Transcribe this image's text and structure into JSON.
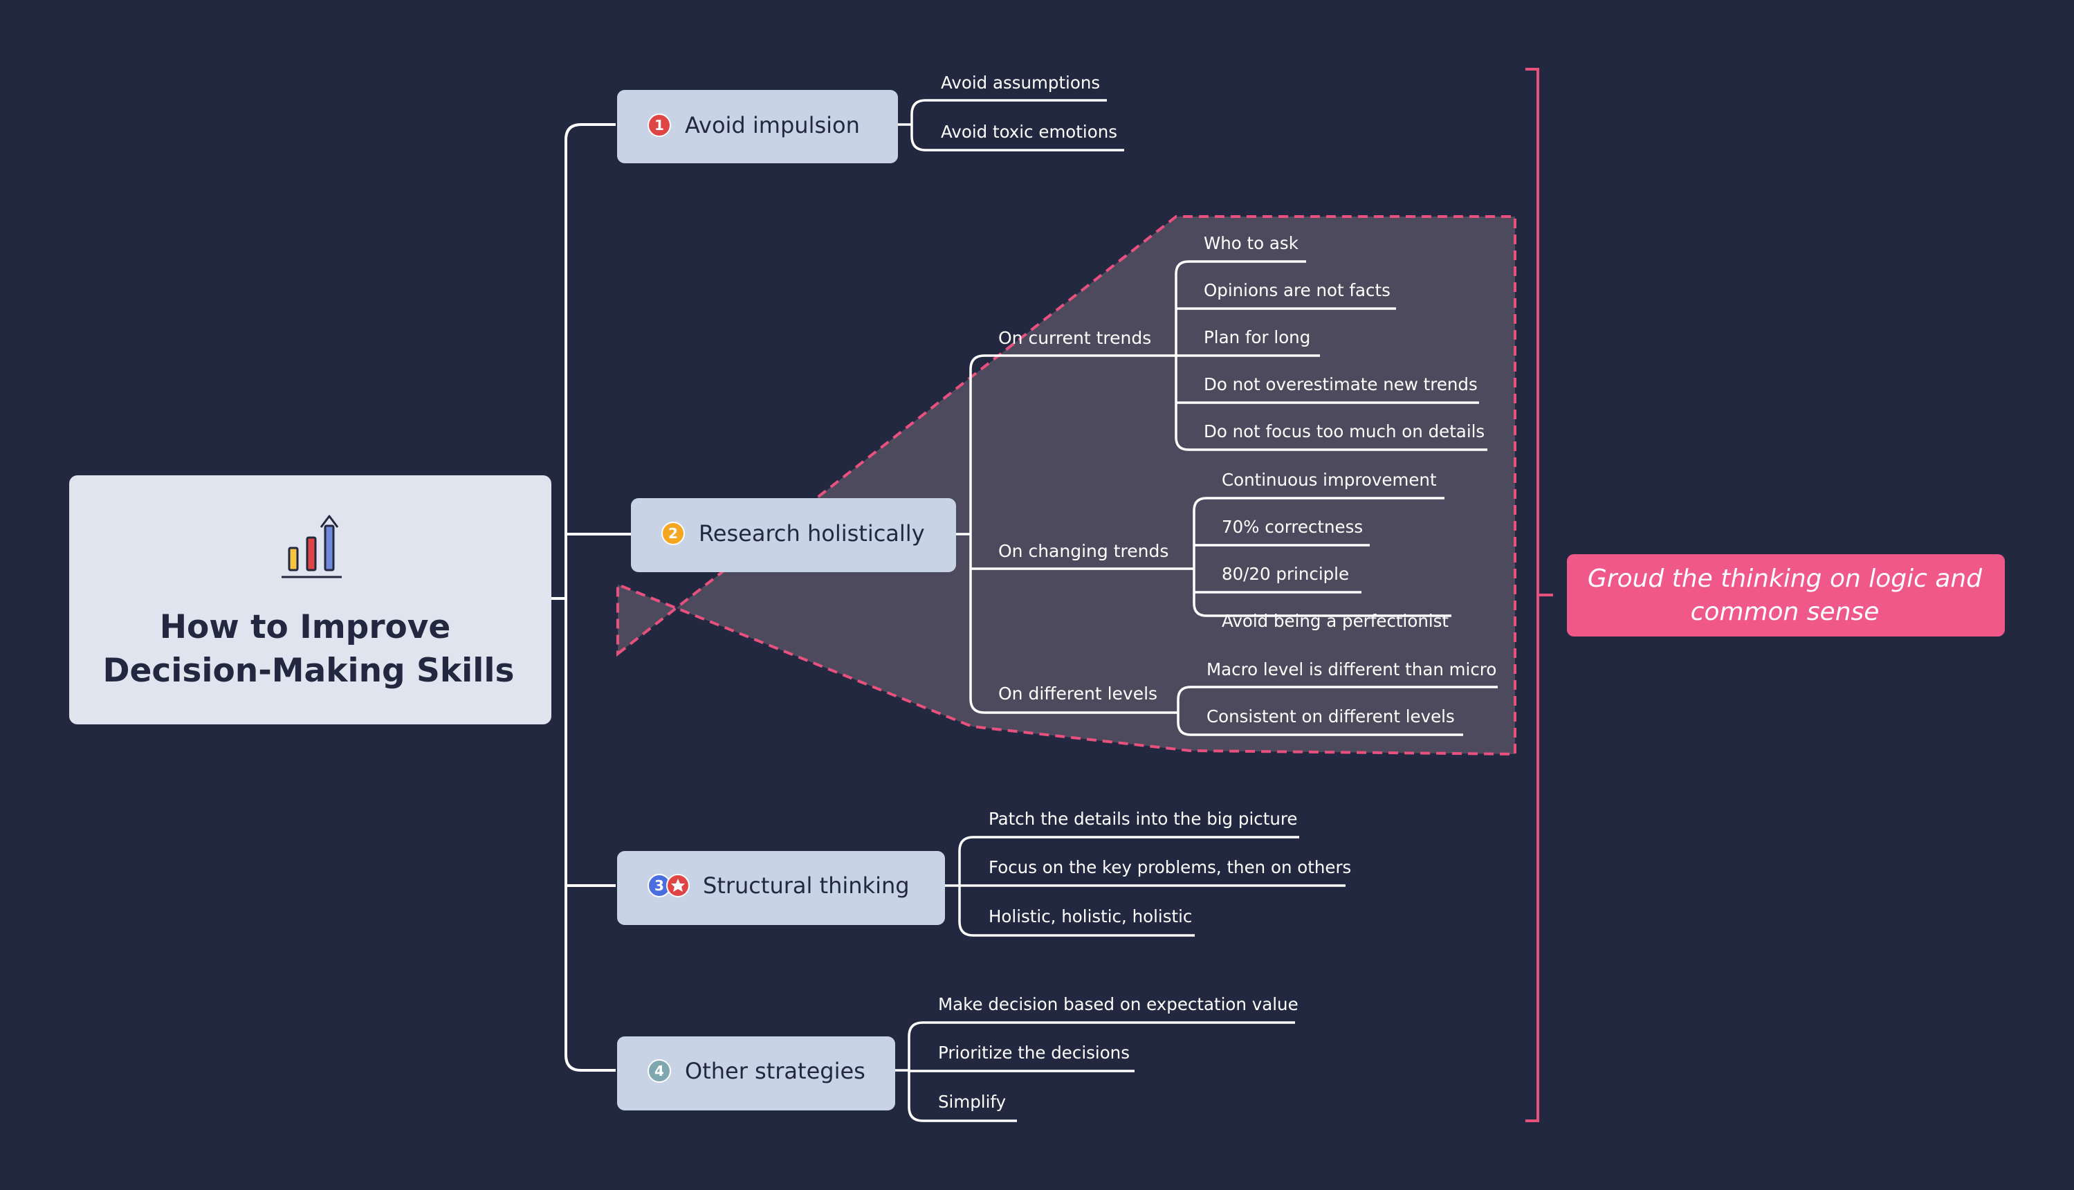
{
  "root": {
    "title_line1": "How to Improve",
    "title_line2": "Decision-Making Skills",
    "icon": "bar-chart-up-icon"
  },
  "branches": [
    {
      "label": "Avoid impulsion",
      "badge": "1",
      "badge_color": "#e04545",
      "children": [
        "Avoid assumptions",
        "Avoid toxic emotions"
      ]
    },
    {
      "label": "Research holistically",
      "badge": "2",
      "badge_color": "#f5a623",
      "groups": [
        {
          "label": "On current trends",
          "children": [
            "Who to ask",
            "Opinions are not facts",
            "Plan for long",
            "Do not overestimate new trends",
            "Do not focus too much on details"
          ]
        },
        {
          "label": "On changing trends",
          "children": [
            "Continuous improvement",
            "70% correctness",
            "80/20 principle",
            "Avoid being a perfectionist"
          ]
        },
        {
          "label": "On different levels",
          "children": [
            "Macro level is different than micro",
            "Consistent on different levels"
          ]
        }
      ]
    },
    {
      "label": "Structural thinking",
      "badge": "3",
      "badge_color": "#4a6ee0",
      "badge2_color": "#e04545",
      "children": [
        "Patch the details into the big picture",
        "Focus on the key problems, then on others",
        "Holistic, holistic, holistic"
      ]
    },
    {
      "label": "Other strategies",
      "badge": "4",
      "badge_color": "#7fa7b0",
      "children": [
        "Make decision based on expectation value",
        "Prioritize the decisions",
        "Simplify"
      ]
    }
  ],
  "summary": {
    "line1": "Groud the thinking on logic and",
    "line2": "common sense"
  },
  "colors": {
    "background": "#222840",
    "node_fill": "#c9d3e6",
    "root_fill": "#dfe4ef",
    "accent": "#e8507e",
    "boundary_fill": "#4e4a5e",
    "line": "#ffffff"
  }
}
